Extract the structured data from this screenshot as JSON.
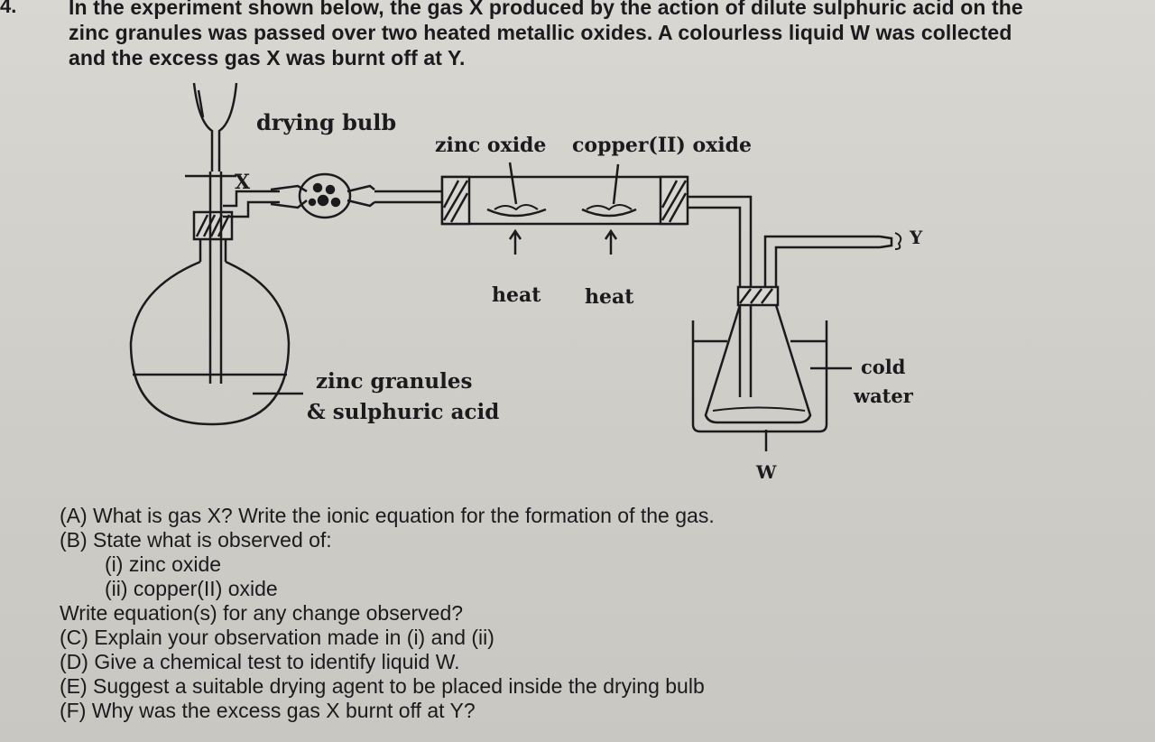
{
  "question_number": "4.",
  "intro_lines": [
    "In the experiment shown below, the gas X produced by the action of dilute sulphuric acid on the",
    "zinc granules was passed over two heated metallic oxides. A colourless liquid W was collected",
    "and the excess gas X was burnt off at Y."
  ],
  "diagram": {
    "drying_bulb": "drying bulb",
    "zinc_oxide": "zinc oxide",
    "copper_oxide": "copper(II) oxide",
    "label_x": "X",
    "label_y": "Y",
    "heat_1": "heat",
    "heat_2": "heat",
    "zinc_granules_line1": "zinc granules",
    "zinc_granules_line2": "& sulphuric acid",
    "cold_line1": "cold",
    "cold_line2": "water",
    "label_w": "W"
  },
  "questions": [
    "(A) What is gas X? Write the ionic equation for the formation of the gas.",
    "(B) State what is observed of:",
    "(i) zinc oxide",
    "(ii) copper(II) oxide",
    "Write equation(s) for any change observed?",
    "(C) Explain your observation made in (i) and (ii)",
    "(D) Give a chemical test to identify liquid W.",
    "(E) Suggest a suitable drying agent to be placed inside the drying bulb",
    "(F) Why was the excess gas X burnt off at Y?"
  ]
}
